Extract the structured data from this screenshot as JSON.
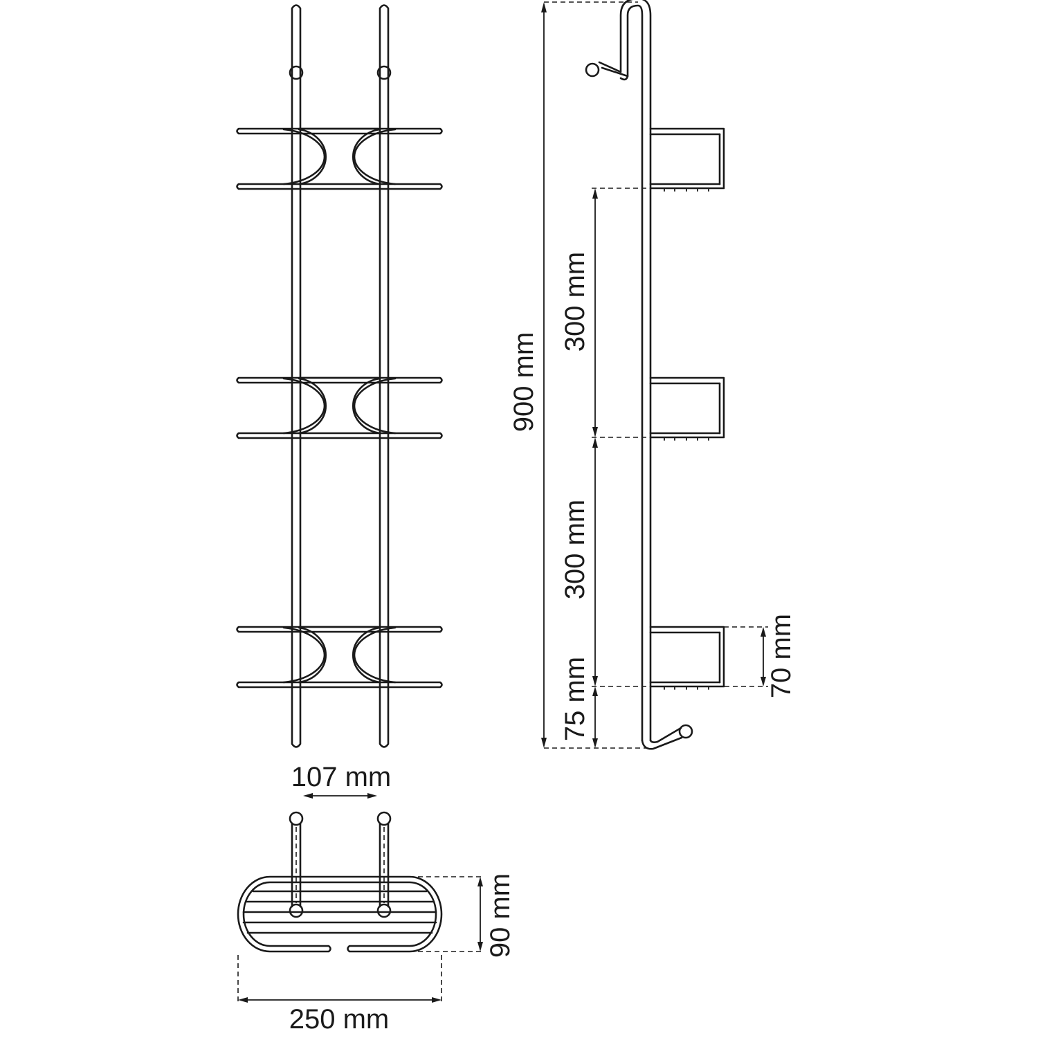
{
  "dimensions": {
    "total_height": "900 mm",
    "shelf_spacing_upper": "300 mm",
    "shelf_spacing_lower": "300 mm",
    "bottom_offset": "75 mm",
    "basket_height": "70 mm",
    "rail_spacing": "107 mm",
    "basket_width": "250 mm",
    "basket_depth": "90 mm"
  },
  "shelf_count": 3,
  "line_color": "#1a1a1a",
  "background_color": "#ffffff"
}
